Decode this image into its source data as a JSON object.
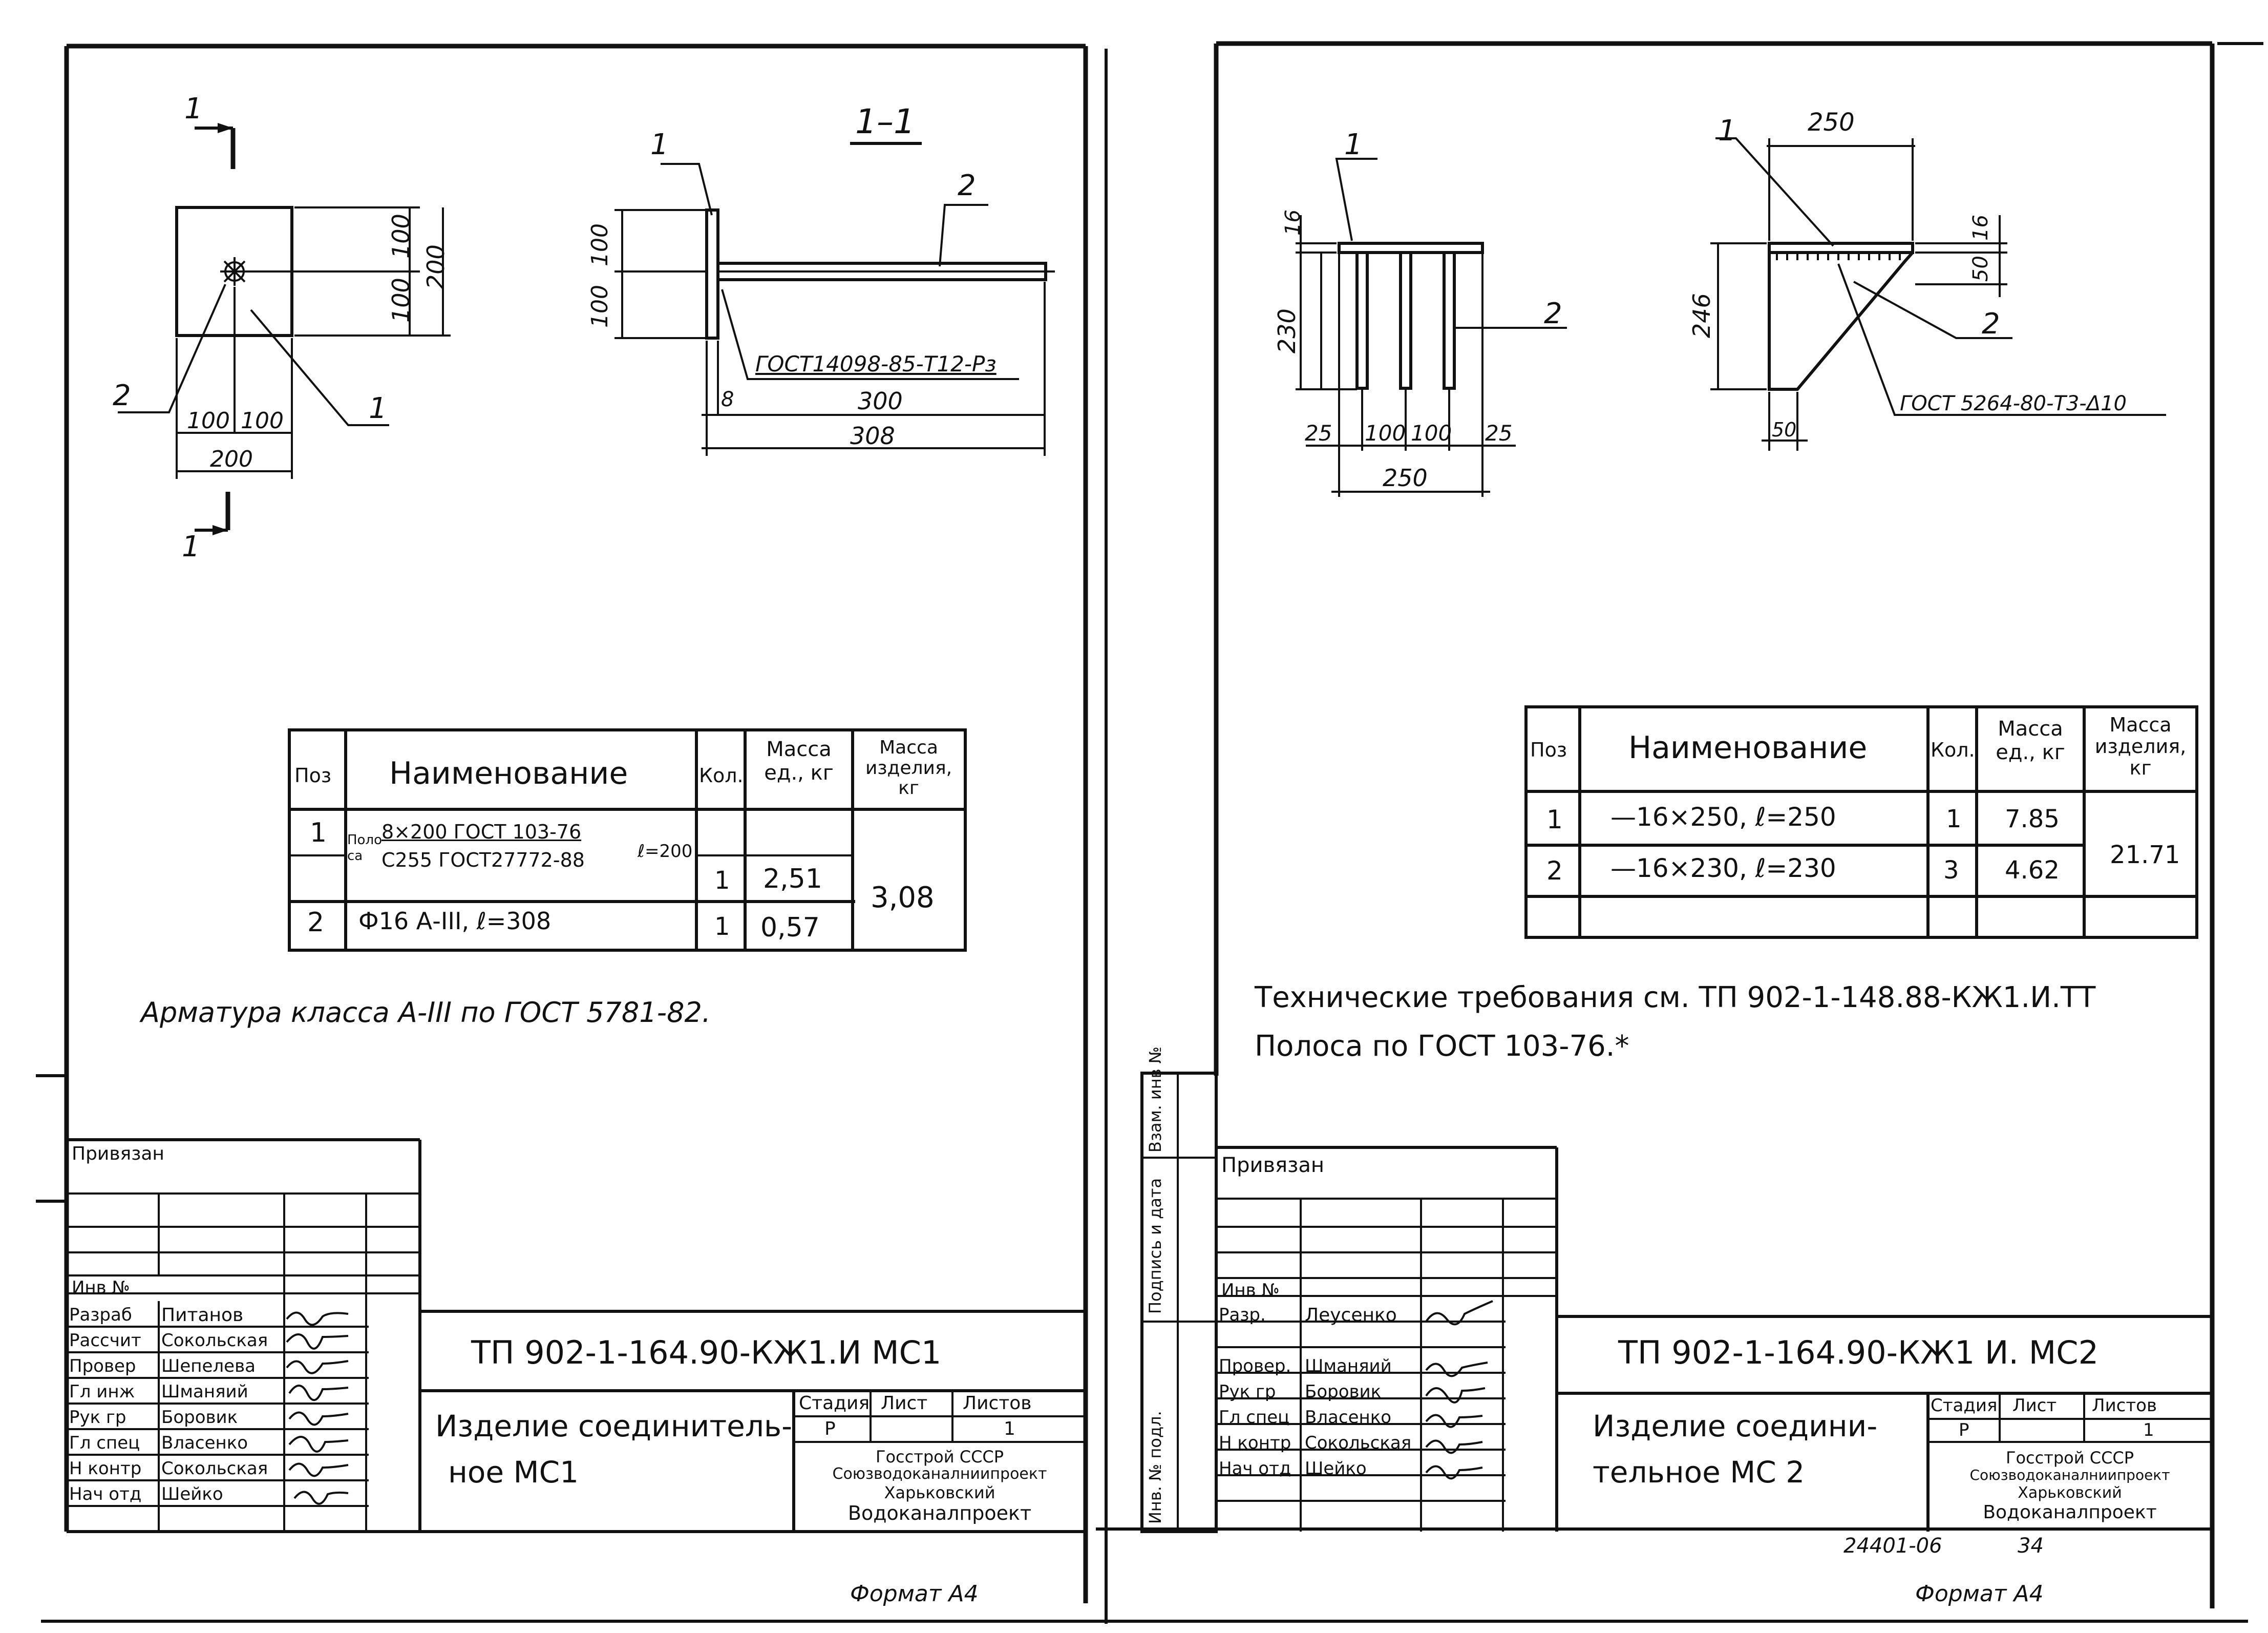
{
  "sheet_left": {
    "section_marks": {
      "mark_1_top": "1",
      "mark_1_bottom": "1",
      "section_title": "1–1"
    },
    "plan_view": {
      "dim_100_a": "100",
      "dim_100_b": "100",
      "dim_200_right": "200",
      "dim_100_c": "100",
      "dim_100_d": "100",
      "dim_200_bottom": "200",
      "pos_2": "2",
      "pos_1": "1"
    },
    "section_view": {
      "pos_1": "1",
      "pos_2": "2",
      "dim_100_top": "100",
      "dim_100_bottom": "100",
      "gost_note": "ГОСТ14098-85-Т12-Рз",
      "dim_8": "8",
      "dim_300": "300",
      "dim_308": "308"
    },
    "spec_table": {
      "headers": {
        "pos": "Поз",
        "name": "Наименование",
        "qty": "Кол.",
        "mass_unit": "Масса ед., кг",
        "mass_item": "Масса изделия, кг"
      },
      "rows": [
        {
          "pos": "1",
          "name_prefix": "Поло-са",
          "name_top": "8×200 ГОСТ 103-76",
          "name_bottom": "С255 ГОСТ27772-88",
          "name_len": "ℓ=200",
          "qty": "1",
          "mass": "2,51"
        },
        {
          "pos": "2",
          "name": "Ф16 А-III,    ℓ=308",
          "qty": "1",
          "mass": "0,57"
        }
      ],
      "total_mass": "3,08"
    },
    "note": "Арматура класса А-III по ГОСТ 5781-82.",
    "title_block": {
      "privyazan": "Привязан",
      "inv_no": "Инв №",
      "roles": [
        {
          "role": "Разраб",
          "name": "Питанов"
        },
        {
          "role": "Рассчит",
          "name": "Сокольская"
        },
        {
          "role": "Провер",
          "name": "Шепелева"
        },
        {
          "role": "Гл инж",
          "name": "Шманяий"
        },
        {
          "role": "Рук гр",
          "name": "Боровик"
        },
        {
          "role": "Гл спец",
          "name": "Власенко"
        },
        {
          "role": "Н контр",
          "name": "Сокольская"
        },
        {
          "role": "Нач отд",
          "name": "Шейко"
        }
      ],
      "doc_code": "ТП 902-1-164.90-КЖ1.И МС1",
      "product_title_l1": "Изделие соединитель-",
      "product_title_l2": "ное   МС1",
      "stage_label": "Стадия",
      "sheet_label": "Лист",
      "sheets_label": "Листов",
      "stage": "Р",
      "sheets": "1",
      "org_l1": "Госстрой СССР",
      "org_l2": "Союзводоканалниипроект",
      "org_l3": "Харьковский",
      "org_l4": "Водоканалпроект"
    },
    "format": "Формат А4"
  },
  "sheet_right": {
    "front_view": {
      "pos_1": "1",
      "pos_2": "2",
      "dim_16": "16",
      "dim_230": "230",
      "dim_25_l": "25",
      "dim_100_a": "100",
      "dim_100_b": "100",
      "dim_25_r": "25",
      "dim_250": "250"
    },
    "side_view": {
      "pos_1": "1",
      "pos_2": "2",
      "dim_250": "250",
      "dim_16": "16",
      "dim_50_r": "50",
      "dim_246": "246",
      "dim_50_b": "50",
      "gost_note": "ГОСТ 5264-80-Т3-Δ10"
    },
    "spec_table": {
      "headers": {
        "pos": "Поз",
        "name": "Наименование",
        "qty": "Кол.",
        "mass_unit": "Масса ед., кг",
        "mass_item": "Масса изделия, кг"
      },
      "rows": [
        {
          "pos": "1",
          "name": "—16×250,  ℓ=250",
          "qty": "1",
          "mass": "7.85"
        },
        {
          "pos": "2",
          "name": "—16×230,  ℓ=230",
          "qty": "3",
          "mass": "4.62"
        }
      ],
      "total_mass": "21.71"
    },
    "note_l1": "Технические требования см. ТП 902-1-148.88-КЖ1.И.ТТ",
    "note_l2": "Полоса по ГОСТ 103-76.*",
    "side_stamp": {
      "s1": "Инв. № подл.",
      "s2": "Подпись и дата",
      "s3": "Взам. инв №"
    },
    "title_block": {
      "privyazan": "Привязан",
      "inv_no": "Инв №",
      "roles": [
        {
          "role": "Разр.",
          "name": "Леусенко"
        },
        {
          "role": "Провер.",
          "name": "Шманяий"
        },
        {
          "role": "Рук гр",
          "name": "Боровик"
        },
        {
          "role": "Гл спец",
          "name": "Власенко"
        },
        {
          "role": "Н контр",
          "name": "Сокольская"
        },
        {
          "role": "Нач отд",
          "name": "Шейко"
        }
      ],
      "doc_code": "ТП 902-1-164.90-КЖ1 И. МС2",
      "product_title_l1": "Изделие соедини-",
      "product_title_l2": "тельное   МС 2",
      "stage_label": "Стадия",
      "sheet_label": "Лист",
      "sheets_label": "Листов",
      "stage": "Р",
      "sheets": "1",
      "org_l1": "Госстрой СССР",
      "org_l2": "Союзводоканалниипроект",
      "org_l3": "Харьковский",
      "org_l4": "Водоканалпроект"
    },
    "archive_no": "24401-06",
    "page_no": "34",
    "format": "Формат А4"
  }
}
